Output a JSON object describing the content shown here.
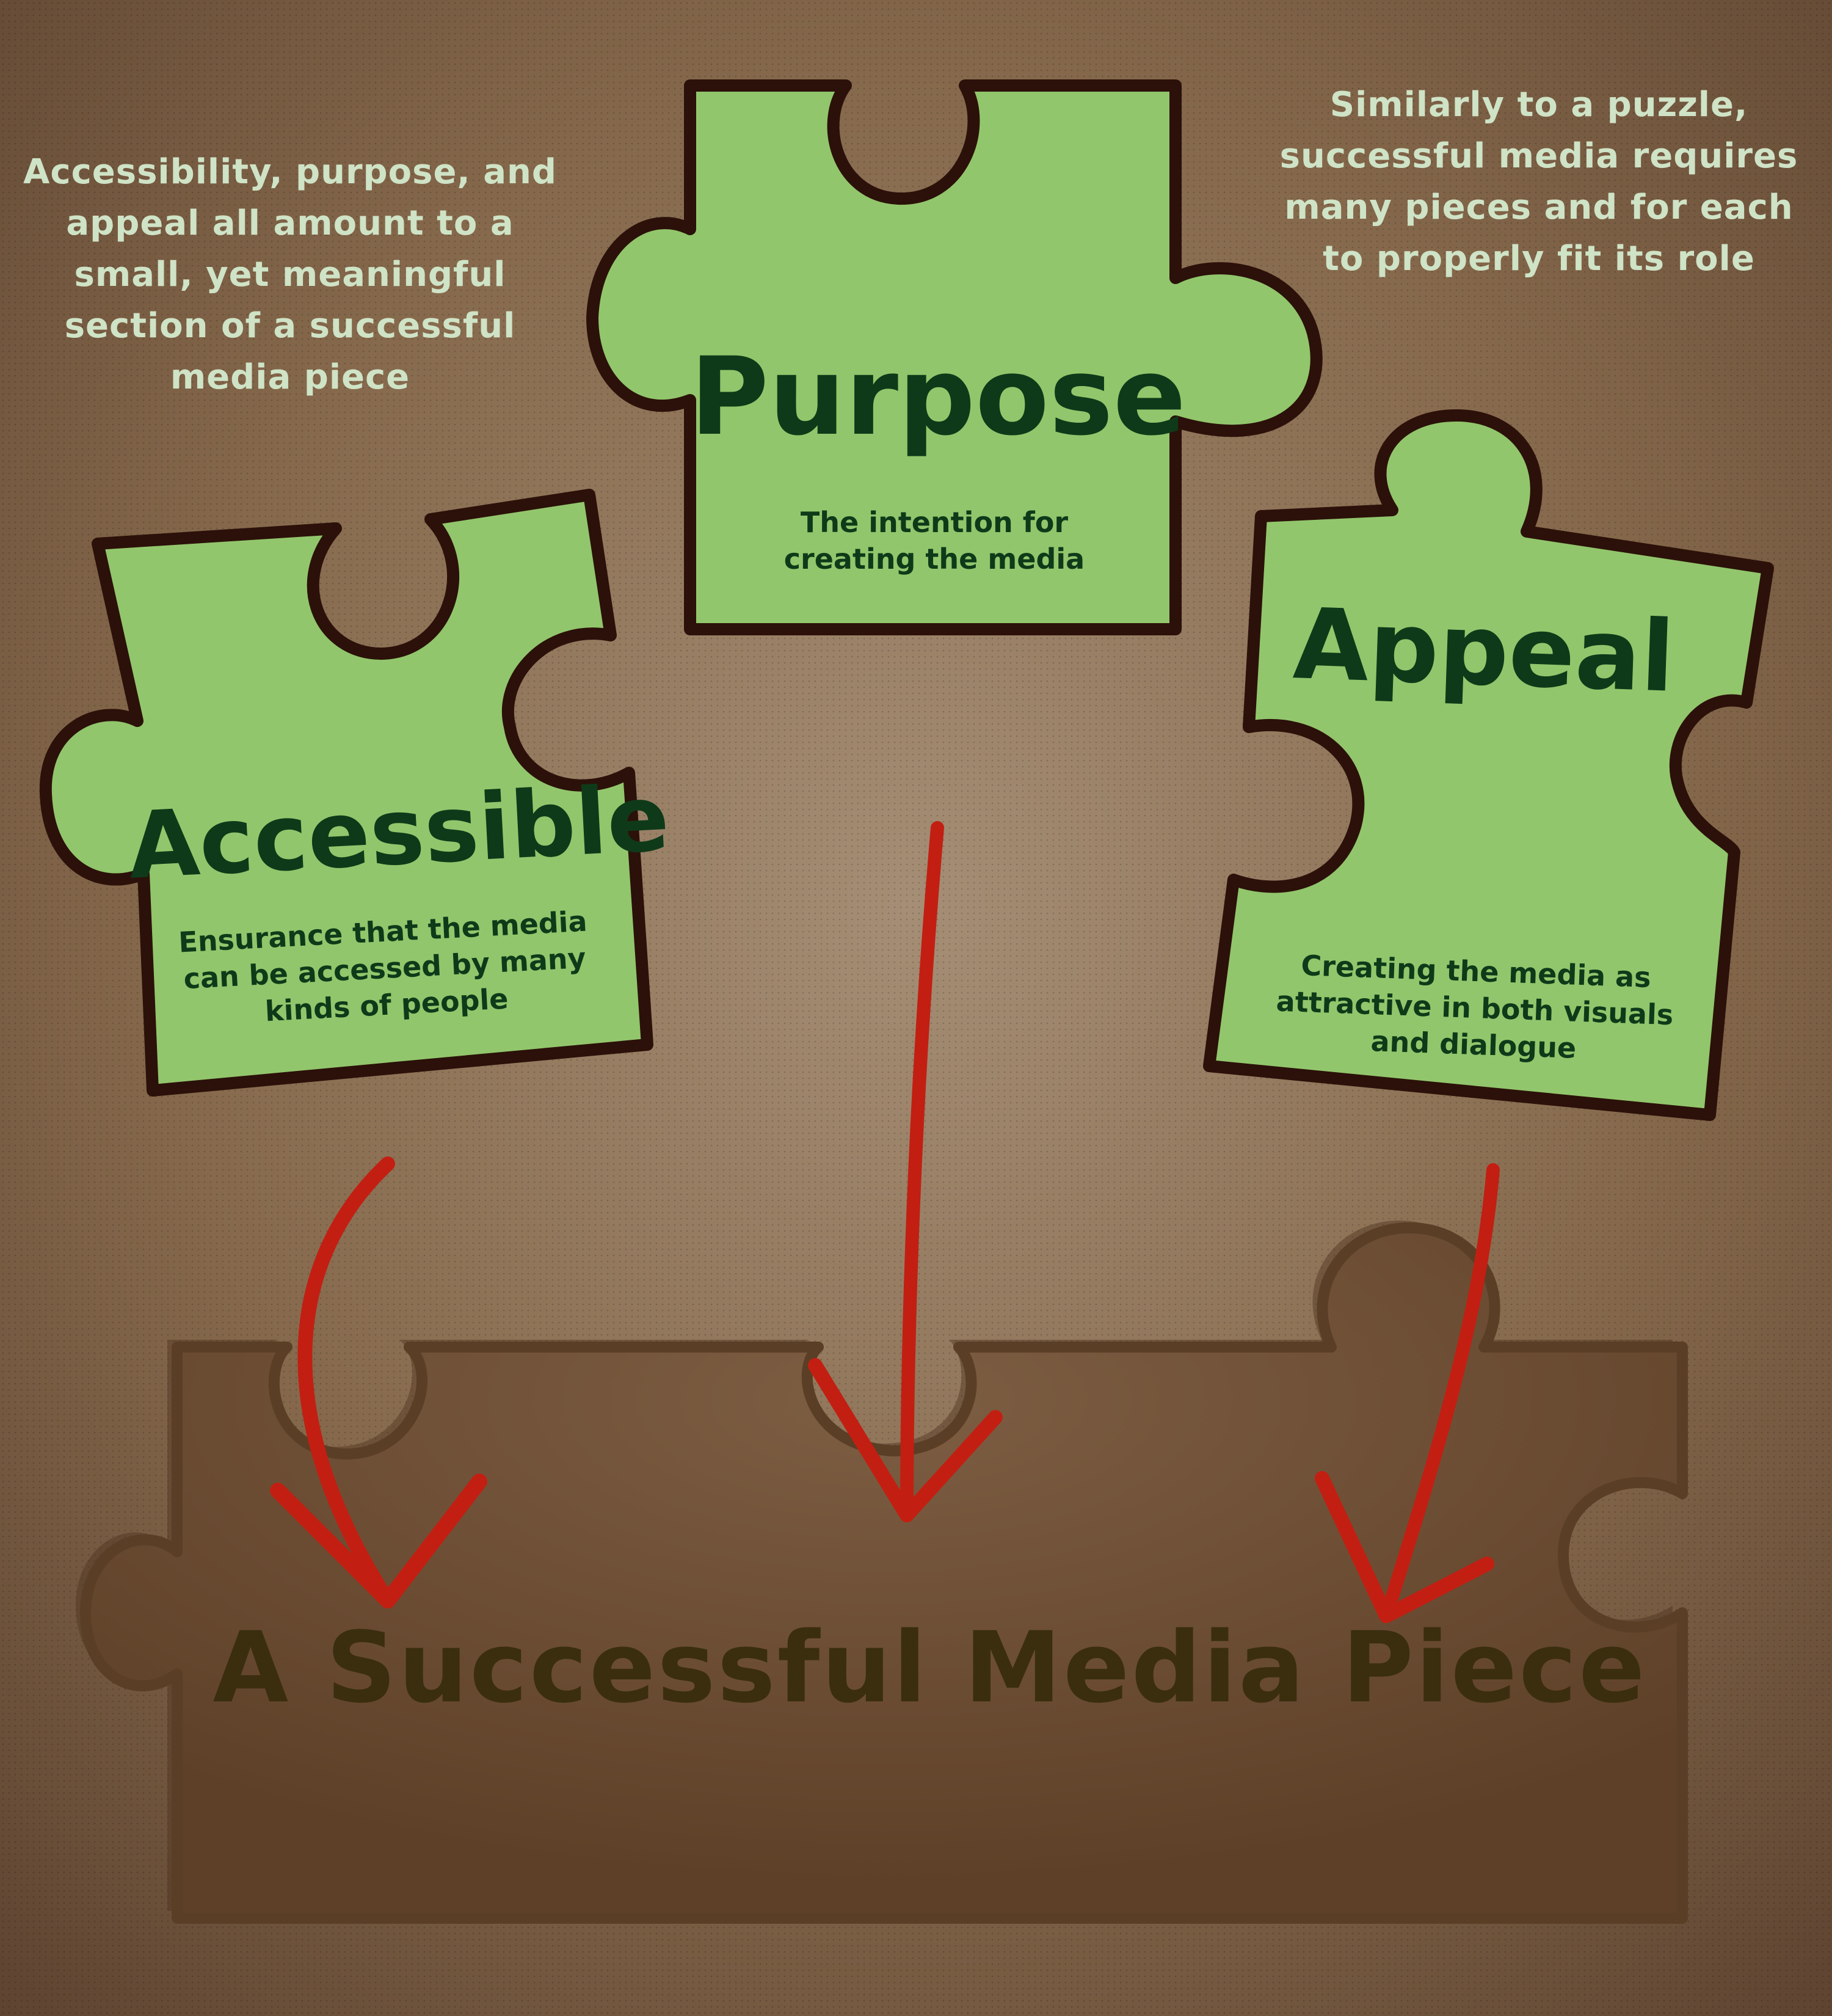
{
  "captions": {
    "left": "Accessibility, purpose, and appeal all amount to a small, yet meaningful section of a successful media piece",
    "right": "Similarly to a puzzle, successful media requires many pieces and for each to properly fit its role"
  },
  "pieces": {
    "purpose": {
      "title": "Purpose",
      "description": "The intention for creating the media"
    },
    "accessible": {
      "title": "Accessible",
      "description": "Ensurance that the media can be accessed by many kinds of people"
    },
    "appeal": {
      "title": "Appeal",
      "description": "Creating the media as attractive in both visuals and dialogue"
    }
  },
  "base": {
    "title": "A Successful Media Piece"
  },
  "colors": {
    "piece_fill": "#92c66c",
    "piece_outline": "#2b1109",
    "piece_text": "#0f3a19",
    "caption_text": "#cfe3c6",
    "background": "#7a5f44",
    "base_fill": "#6b4a30",
    "base_text": "#3a2e0e",
    "arrow": "#c21f12"
  }
}
